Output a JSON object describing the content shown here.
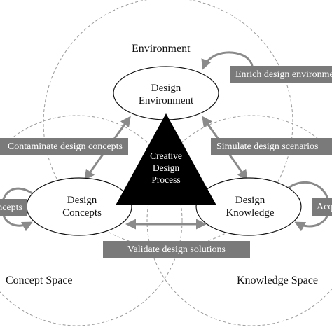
{
  "colors": {
    "arrow": "#8a8a8a",
    "tag_bg": "#7a7a7a",
    "triangle": "#000000",
    "dashed": "#999999"
  },
  "spaces": {
    "environment": "Environment",
    "concept": "Concept Space",
    "knowledge": "Knowledge Space"
  },
  "nodes": {
    "environment": {
      "line1": "Design",
      "line2": "Environment"
    },
    "concepts": {
      "line1": "Design",
      "line2": "Concepts"
    },
    "knowledge": {
      "line1": "Design",
      "line2": "Knowledge"
    }
  },
  "center": {
    "line1": "Creative",
    "line2": "Design",
    "line3": "Process"
  },
  "tags": {
    "enrich": "Enrich design environment",
    "contaminate": "Contaminate design concepts",
    "simulate": "Simulate design scenarios",
    "concepts_loop": "Generate design concepts",
    "validate": "Validate design solutions",
    "knowledge_loop": "Acquire design knowledge"
  }
}
